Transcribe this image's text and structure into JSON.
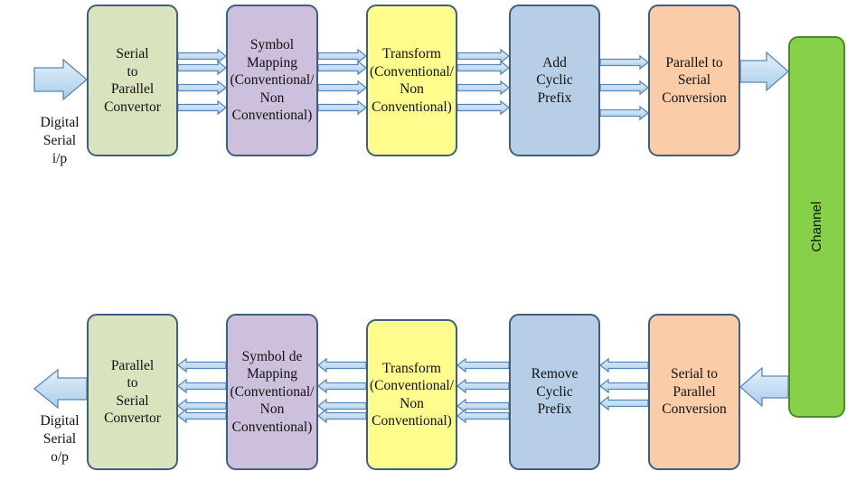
{
  "transmitter": [
    {
      "text": "Serial\nto\nParallel\nConvertor"
    },
    {
      "text": "Symbol\nMapping\n(Conventional/\nNon\nConventional)"
    },
    {
      "text": "Transform\n(Conventional/\nNon\nConventional)"
    },
    {
      "text": "Add\nCyclic\nPrefix"
    },
    {
      "text": "Parallel to\nSerial\nConversion"
    }
  ],
  "channel": {
    "label": "Channel"
  },
  "receiver": [
    {
      "text": "Parallel\nto\nSerial\nConvertor"
    },
    {
      "text": "Symbol de\nMapping\n(Conventional/\nNon\nConventional)"
    },
    {
      "text": "Transform\n(Conventional/\nNon\nConventional)"
    },
    {
      "text": "Remove\nCyclic\nPrefix"
    },
    {
      "text": "Serial to\nParallel\nConversion"
    }
  ],
  "io_labels": {
    "input": "Digital\nSerial\ni/p",
    "output": "Digital\nSerial\no/p"
  },
  "colors": {
    "converter": "#d9e4bf",
    "mapping": "#ccc0dc",
    "transform": "#fdfc8c",
    "prefix": "#b8cde6",
    "conversion": "#fbcca8",
    "channel": "#86d04a",
    "arrow_fill": "#bfdcf2",
    "arrow_stroke": "#5a86b5"
  }
}
